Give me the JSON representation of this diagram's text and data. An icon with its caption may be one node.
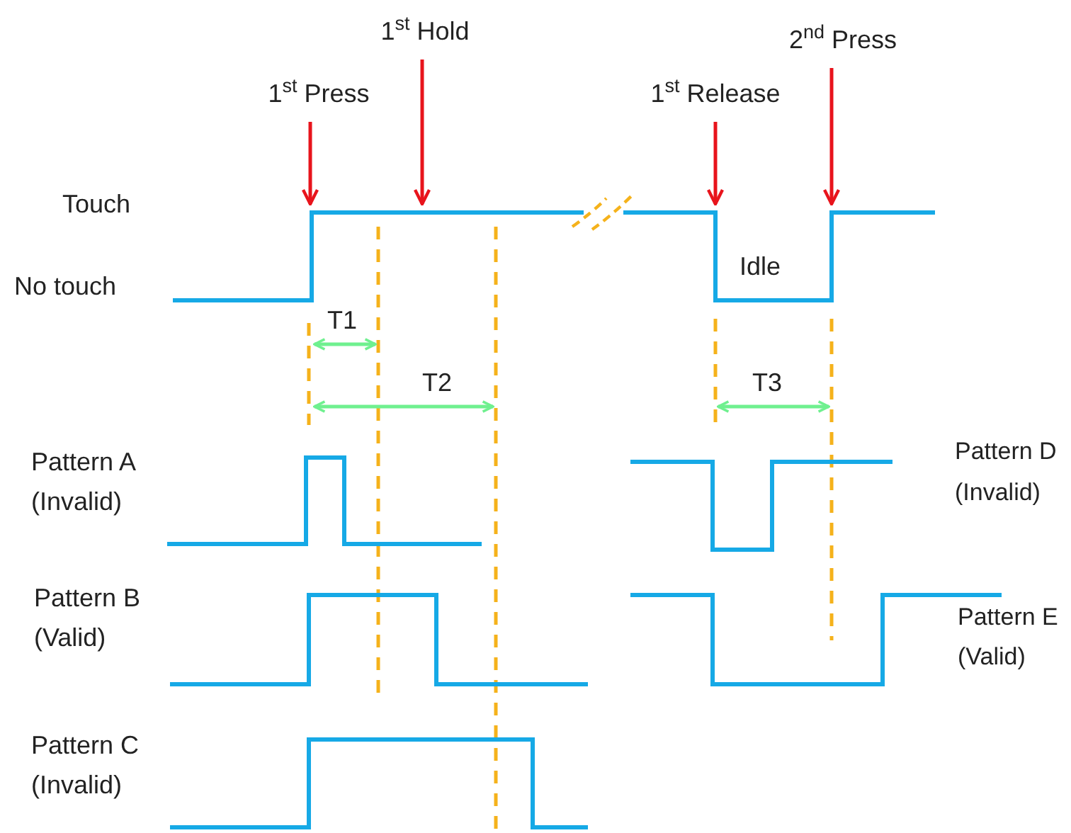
{
  "diagram": {
    "nodes": [
      {
        "text": [
          "1$^{st}$ Press"
        ]
      },
      {
        "text": [
          "1$^{st}$ Hold"
        ]
      },
      {
        "text": [
          "1$^{st}$ Release"
        ]
      },
      {
        "text": [
          "2$^{nd}$ Press"
        ]
      },
      {
        "text": [],
        "shape": "line"
      }
    ],
    "edges": [
      {
        "from": 0,
        "to": 4,
        "arrow": "to"
      },
      {
        "from": 1,
        "to": 4,
        "arrow": "to"
      },
      {
        "from": 2,
        "to": 4,
        "arrow": "to"
      },
      {
        "from": 3,
        "to": 4,
        "arrow": "to"
      }
    ],
    "labels": [
      "Touch",
      "No touch",
      "Idle",
      "T1",
      "T2",
      "T3",
      "Pattern A",
      "(Invalid)",
      "Pattern D",
      "(Invalid)",
      "Pattern B",
      "(Valid)",
      "Pattern E",
      "(Valid)",
      "Pattern C",
      "(Invalid)"
    ]
  }
}
